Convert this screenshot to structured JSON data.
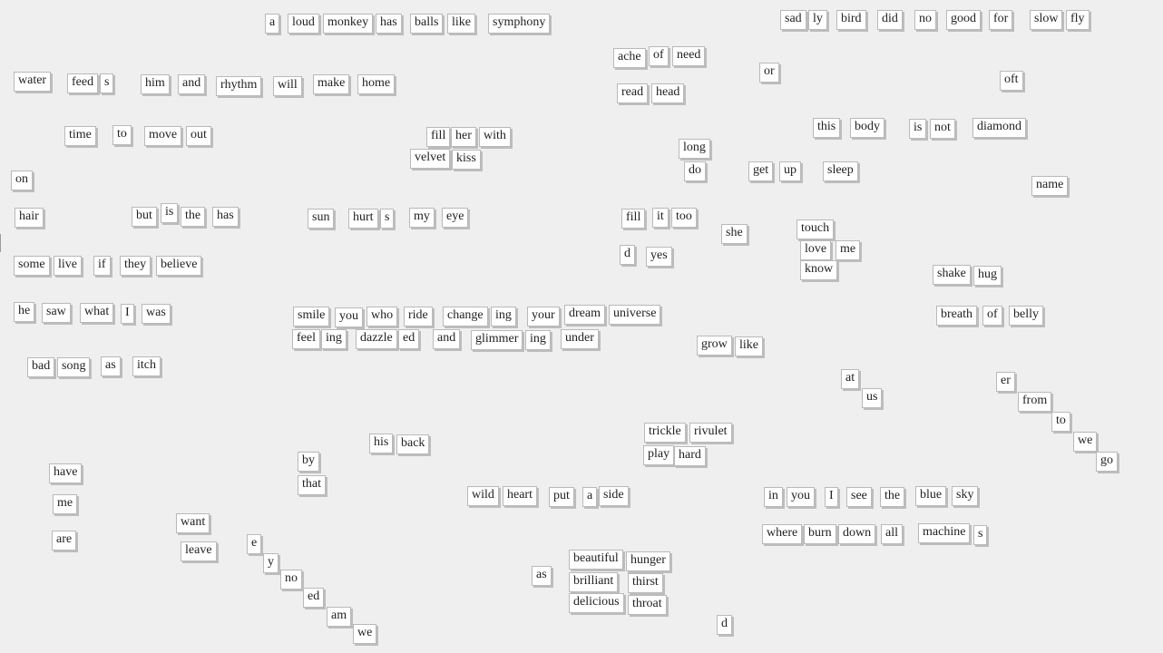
{
  "words": [
    "a",
    "loud",
    "monkey",
    "has",
    "balls",
    "like",
    "symphony",
    "sad",
    "ly",
    "bird",
    "did",
    "no",
    "good",
    "for",
    "slow",
    "fly",
    "ache",
    "of",
    "need",
    "or",
    "oft",
    "water",
    "feed",
    "s",
    "him",
    "and",
    "rhythm",
    "will",
    "make",
    "home",
    "read",
    "head",
    "time",
    "to",
    "move",
    "out",
    "fill",
    "her",
    "with",
    "this",
    "body",
    "is",
    "not",
    "diamond",
    "long",
    "velvet",
    "kiss",
    "do",
    "get",
    "up",
    "sleep",
    "on",
    "name",
    "hair",
    "but",
    "is",
    "the",
    "has",
    "sun",
    "hurt",
    "s",
    "my",
    "eye",
    "fill",
    "it",
    "too",
    "she",
    "touch",
    "d",
    "yes",
    "love",
    "me",
    "know",
    "some",
    "live",
    "if",
    "they",
    "believe",
    "shake",
    "hug",
    "he",
    "saw",
    "what",
    "I",
    "was",
    "smile",
    "you",
    "who",
    "ride",
    "change",
    "ing",
    "your",
    "dream",
    "universe",
    "breath",
    "of",
    "belly",
    "feel",
    "ing",
    "dazzle",
    "ed",
    "and",
    "glimmer",
    "ing",
    "under",
    "grow",
    "like",
    "bad",
    "song",
    "as",
    "itch",
    "at",
    "er",
    "us",
    "from",
    "to",
    "trickle",
    "rivulet",
    "his",
    "back",
    "we",
    "play",
    "hard",
    "go",
    "by",
    "have",
    "that",
    "wild",
    "heart",
    "put",
    "a",
    "side",
    "in",
    "you",
    "I",
    "see",
    "the",
    "blue",
    "sky",
    "me",
    "want",
    "where",
    "burn",
    "down",
    "all",
    "machine",
    "s",
    "are",
    "e",
    "leave",
    "beautiful",
    "hunger",
    "y",
    "as",
    "brilliant",
    "thirst",
    "no",
    "delicious",
    "throat",
    "ed",
    "am",
    "d",
    "we"
  ]
}
